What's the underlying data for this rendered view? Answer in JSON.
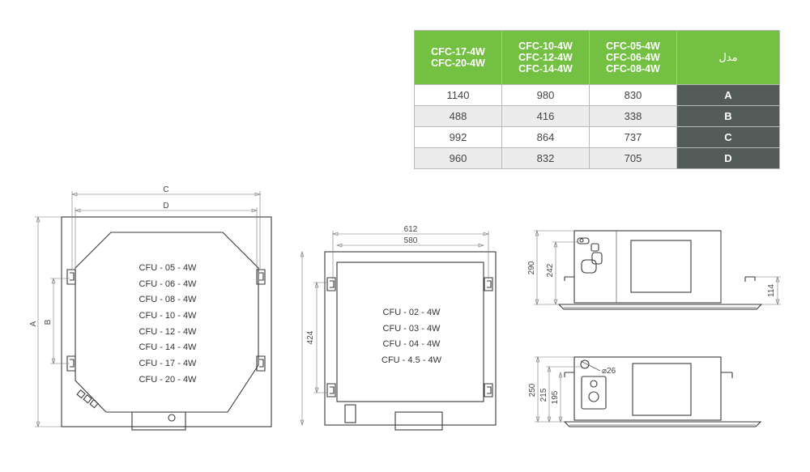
{
  "table": {
    "headers": [
      [
        "CFC-17-4W",
        "CFC-20-4W"
      ],
      [
        "CFC-10-4W",
        "CFC-12-4W",
        "CFC-14-4W"
      ],
      [
        "CFC-05-4W",
        "CFC-06-4W",
        "CFC-08-4W"
      ]
    ],
    "model_header": "مدل",
    "rows": [
      {
        "label": "A",
        "values": [
          "1140",
          "980",
          "830"
        ]
      },
      {
        "label": "B",
        "values": [
          "488",
          "416",
          "338"
        ]
      },
      {
        "label": "C",
        "values": [
          "992",
          "864",
          "737"
        ]
      },
      {
        "label": "D",
        "values": [
          "960",
          "832",
          "705"
        ]
      }
    ]
  },
  "drawing1": {
    "dim_c": "C",
    "dim_d": "D",
    "dim_a": "A",
    "dim_b": "B",
    "models": [
      "CFU - 05 - 4W",
      "CFU - 06 - 4W",
      "CFU - 08 - 4W",
      "CFU - 10 - 4W",
      "CFU - 12 - 4W",
      "CFU - 14 - 4W",
      "CFU - 17 - 4W",
      "CFU - 20 - 4W"
    ]
  },
  "drawing2": {
    "dim_612": "612",
    "dim_580": "580",
    "dim_424": "424",
    "models": [
      "CFU - 02 - 4W",
      "CFU - 03 - 4W",
      "CFU - 04 - 4W",
      "CFU - 4.5 - 4W"
    ]
  },
  "side_view": {
    "dim_290": "290",
    "dim_242": "242",
    "dim_114": "114"
  },
  "side_view2": {
    "dim_250": "250",
    "dim_215": "215",
    "dim_195": "195",
    "dim_phi26": "⌀26"
  }
}
